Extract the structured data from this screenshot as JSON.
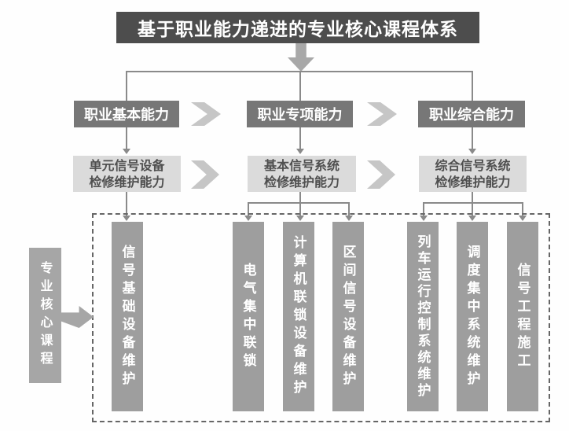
{
  "title": "基于职业能力递进的专业核心课程体系",
  "levels": [
    {
      "label": "职业基本能力"
    },
    {
      "label": "职业专项能力"
    },
    {
      "label": "职业综合能力"
    }
  ],
  "competencies": [
    {
      "line1": "单元信号设备",
      "line2": "检修维护能力"
    },
    {
      "line1": "基本信号系统",
      "line2": "检修维护能力"
    },
    {
      "line1": "综合信号系统",
      "line2": "检修维护能力"
    }
  ],
  "side_label": "专业核心课程",
  "courses": [
    "信号基础设备维护",
    "电气集中联锁",
    "计算机联锁设备维护",
    "区间信号设备维护",
    "列车运行控制系统维护",
    "调度集中系统维护",
    "信号工程施工"
  ],
  "colors": {
    "title_bg": "#4d4d4d",
    "level_bg": "#777777",
    "competency_bg": "#dbdbdb",
    "bar_bg": "#9e9e9e",
    "chevron": "#c6c6c6",
    "connector": "#8a8a8a"
  }
}
